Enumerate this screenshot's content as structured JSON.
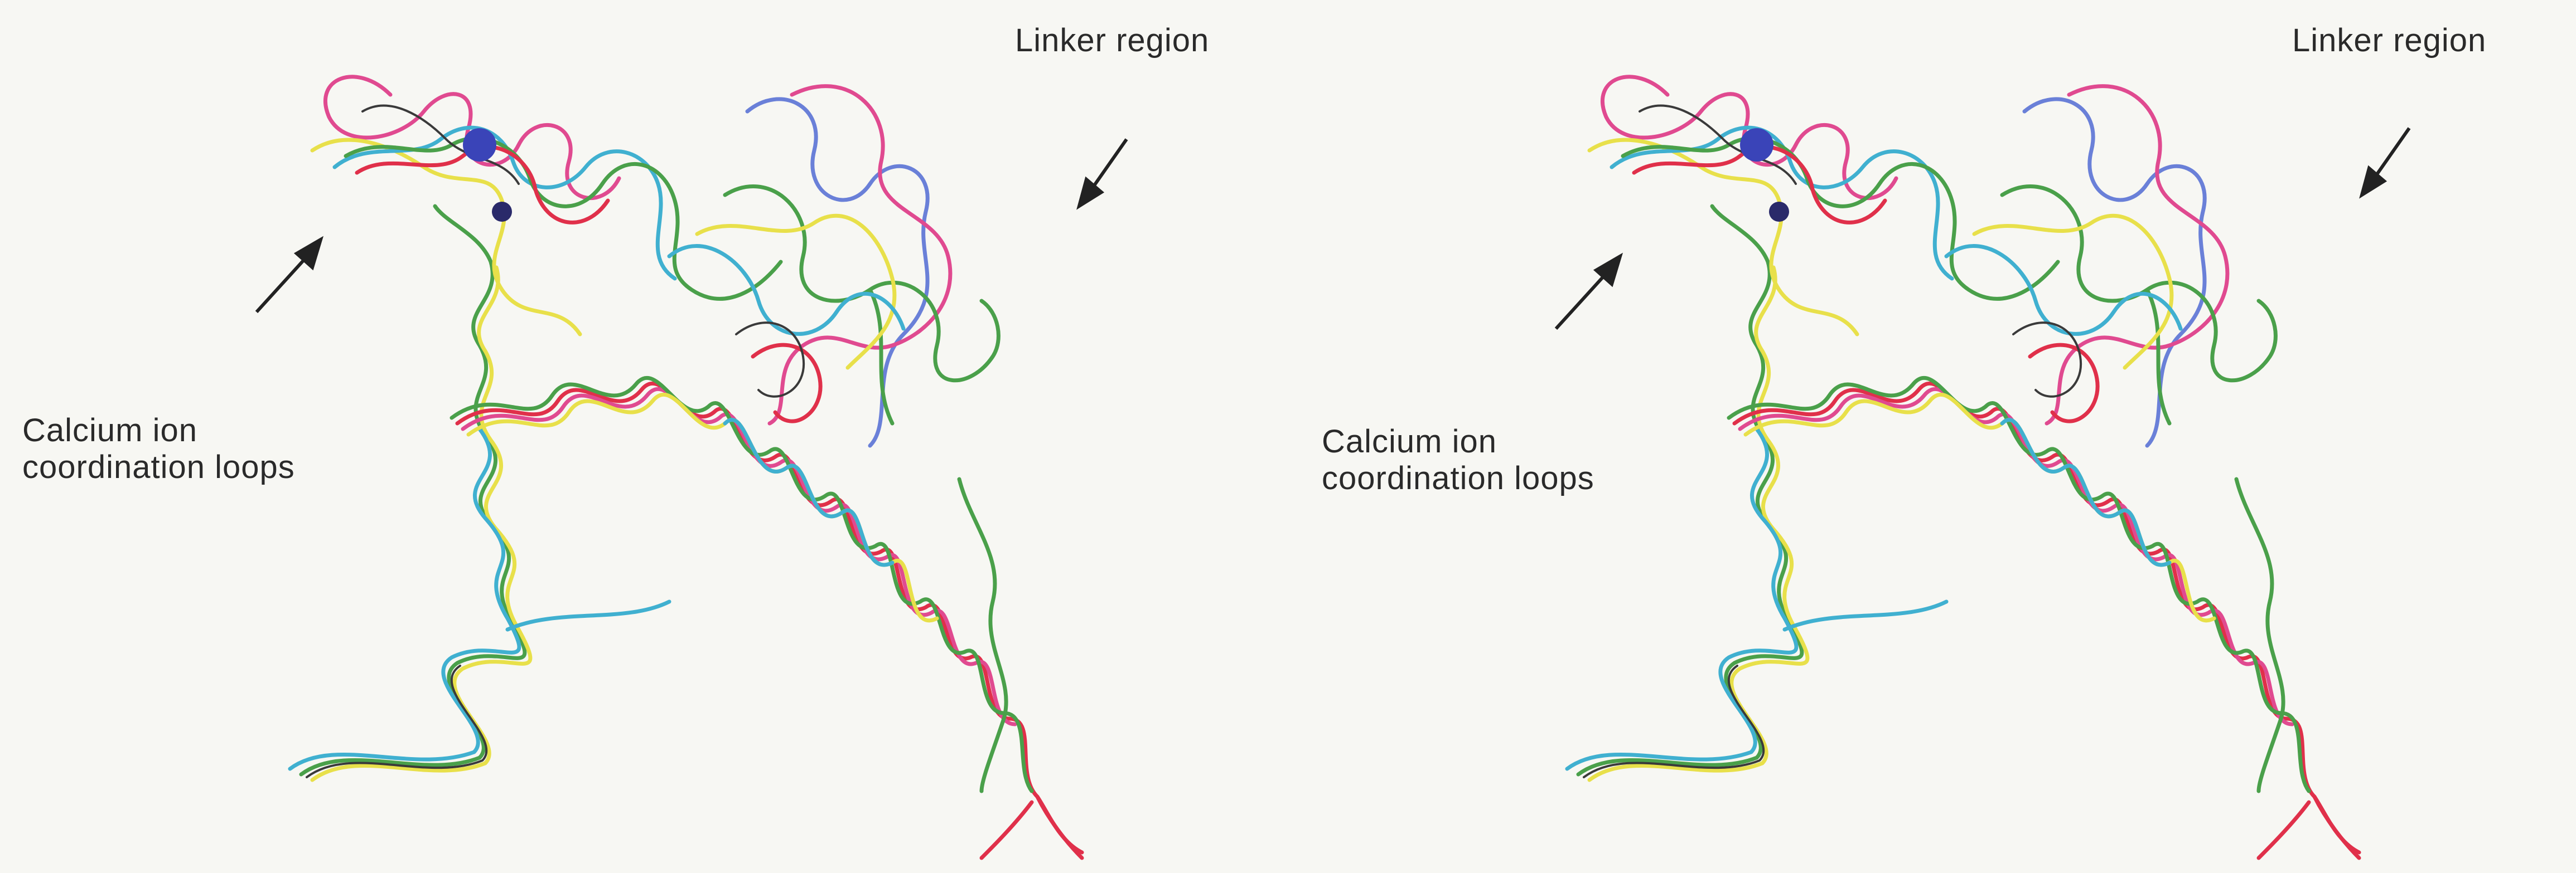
{
  "figure": {
    "panels": [
      {
        "id": "left",
        "annotations": {
          "linker": "Linker region",
          "calcium_line1": "Calcium ion",
          "calcium_line2": "coordination loops"
        }
      },
      {
        "id": "right",
        "annotations": {
          "linker": "Linker region",
          "calcium_line1": "Calcium ion",
          "calcium_line2": "coordination loops"
        }
      }
    ],
    "trace_colors": {
      "green": "#4aa04a",
      "yellow": "#e8e04a",
      "red": "#e0304a",
      "magenta": "#e04a90",
      "cyan": "#40b0d0",
      "blue": "#6a80d8",
      "dark": "#3a3a3a"
    },
    "calcium_ion_color": "#3a44b8"
  }
}
